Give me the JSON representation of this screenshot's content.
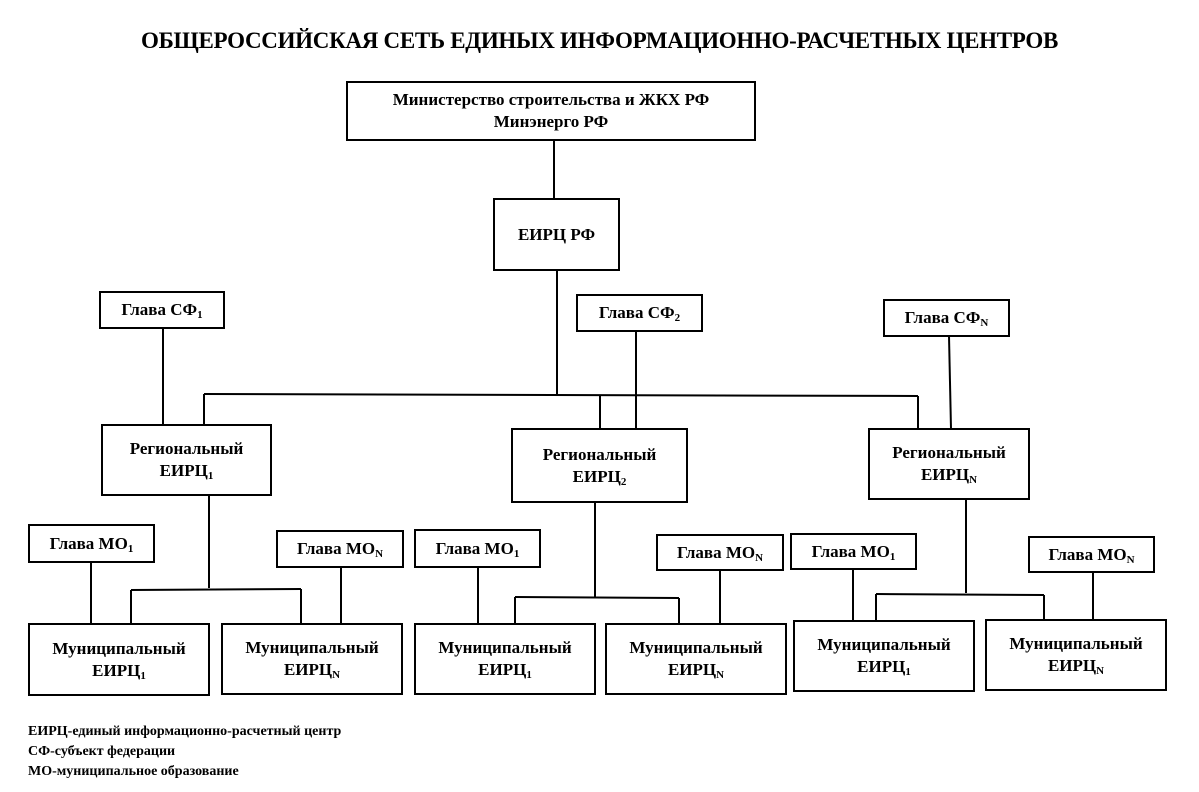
{
  "title": "ОБЩЕРОССИЙСКАЯ СЕТЬ ЕДИНЫХ ИНФОРМАЦИОННО-РАСЧЕТНЫХ ЦЕНТРОВ",
  "ministry": {
    "line1": "Министерство строительства и ЖКХ РФ",
    "line2": "Минэнерго РФ"
  },
  "eirc_rf": "ЕИРЦ РФ",
  "sf_heads": [
    {
      "text": "Глава СФ",
      "sub": "1"
    },
    {
      "text": "Глава СФ",
      "sub": "2"
    },
    {
      "text": "Глава СФ",
      "sub": "N"
    }
  ],
  "regional": [
    {
      "line1": "Региональный",
      "line2": "ЕИРЦ",
      "sub": "1"
    },
    {
      "line1": "Региональный",
      "line2": "ЕИРЦ",
      "sub": "2"
    },
    {
      "line1": "Региональный",
      "line2": "ЕИРЦ",
      "sub": "N"
    }
  ],
  "mo_heads": [
    {
      "text": "Глава МО",
      "sub": "1"
    },
    {
      "text": "Глава МО",
      "sub": "N"
    },
    {
      "text": "Глава МО",
      "sub": "1"
    },
    {
      "text": "Глава МО",
      "sub": "N"
    },
    {
      "text": "Глава МО",
      "sub": "1"
    },
    {
      "text": "Глава МО",
      "sub": "N"
    }
  ],
  "municipal": [
    {
      "line1": "Муниципальный",
      "line2": "ЕИРЦ",
      "sub": "1"
    },
    {
      "line1": "Муниципальный",
      "line2": "ЕИРЦ",
      "sub": "N"
    },
    {
      "line1": "Муниципальный",
      "line2": "ЕИРЦ",
      "sub": "1"
    },
    {
      "line1": "Муниципальный",
      "line2": "ЕИРЦ",
      "sub": "N"
    },
    {
      "line1": "Муниципальный",
      "line2": "ЕИРЦ",
      "sub": "1"
    },
    {
      "line1": "Муниципальный",
      "line2": "ЕИРЦ",
      "sub": "N"
    }
  ],
  "legend": [
    "ЕИРЦ-единый информационно-расчетный центр",
    "СФ-субъект федерации",
    "МО-муниципальное образование"
  ]
}
